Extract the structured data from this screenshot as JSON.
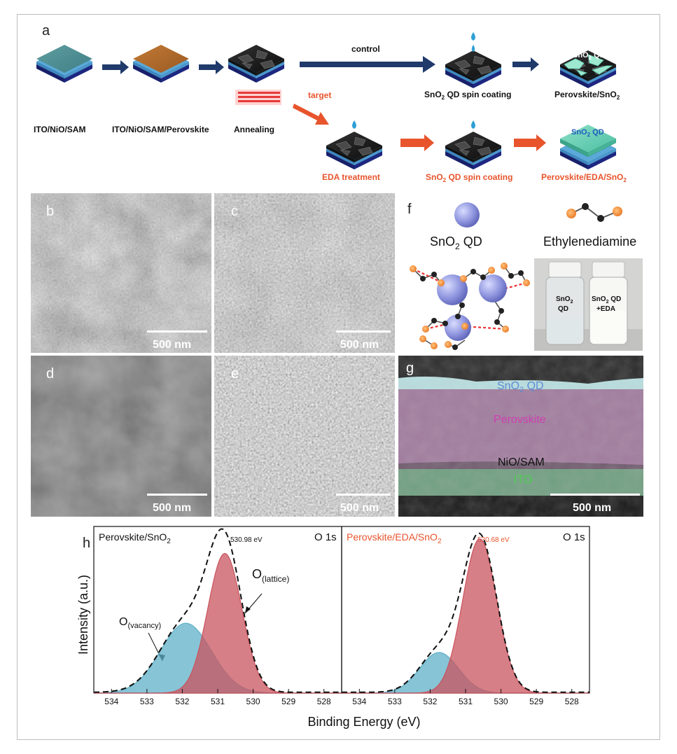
{
  "panel_letters": {
    "a": "a",
    "b": "b",
    "c": "c",
    "d": "d",
    "e": "e",
    "f": "f",
    "g": "g",
    "h": "h"
  },
  "panel_a": {
    "labels": {
      "ito_nio_sam": "ITO/NiO/SAM",
      "ito_nio_sam_perovskite": "ITO/NiO/SAM/Perovskite",
      "annealing": "Annealing",
      "control": "control",
      "target": "target",
      "spin_coating_top_pre": "SnO",
      "spin_coating_top_sub": "2",
      "spin_coating_top_post": " QD spin coating",
      "perovskite_sno2_pre": "Perovskite/SnO",
      "perovskite_sno2_sub": "2",
      "eda_treatment": "EDA treatment",
      "spin_coating_bottom_pre": "SnO",
      "spin_coating_bottom_sub": "2",
      "spin_coating_bottom_post": " QD spin coating",
      "perovskite_eda_sno2_pre": "Perovskite/EDA/SnO",
      "perovskite_eda_sno2_sub": "2",
      "qd_tag_top_pre": "SnO",
      "qd_tag_top_sub": "2",
      "qd_tag_top_post": " QD",
      "qd_tag_bottom_pre": "SnO",
      "qd_tag_bottom_sub": "2",
      "qd_tag_bottom_post": " QD"
    },
    "colors": {
      "arrow_navy": "#1f3a6b",
      "arrow_orange": "#e8542c",
      "heater": "#e53a3a"
    }
  },
  "sem": {
    "scale_b": "500 nm",
    "scale_c": "500 nm",
    "scale_d": "500 nm",
    "scale_e": "500 nm"
  },
  "panel_f": {
    "qd_pre": "SnO",
    "qd_sub": "2",
    "qd_post": " QD",
    "ligand": "Ethylenediamine",
    "vial1_l1_pre": "SnO",
    "vial1_l1_sub": "2",
    "vial1_l2": "QD",
    "vial2_l1_pre": "SnO",
    "vial2_l1_sub": "2",
    "vial2_l1_post": " QD",
    "vial2_l2": "+EDA"
  },
  "panel_g": {
    "layer_qd_pre": "SnO",
    "layer_qd_sub": "2",
    "layer_qd_post": " QD",
    "layer_perovskite": "Perovskite",
    "layer_nio": "NiO/SAM",
    "layer_ito": "ITO",
    "scale": "500 nm"
  },
  "chart_data": {
    "type": "area",
    "ylabel": "Intensity (a.u.)",
    "xlabel": "Binding Energy (eV)",
    "panels": [
      {
        "title_pre": "Perovskite/SnO",
        "title_sub": "2",
        "core_level": "O 1s",
        "peak_label": "530.98 eV",
        "vacancy_pre": "O",
        "vacancy_sub": "(vacancy)",
        "lattice_pre": "O",
        "lattice_sub": "(lattice)",
        "xlim": [
          534.5,
          527.5
        ],
        "ticks": [
          534,
          533,
          532,
          531,
          530,
          529,
          528
        ],
        "envelope_peak": 530.98,
        "components": [
          {
            "center": 531.9,
            "height": 0.43,
            "sigma": 0.72
          },
          {
            "center": 530.8,
            "height": 0.86,
            "sigma": 0.48
          }
        ]
      },
      {
        "title_pre": "Perovskite/EDA/SnO",
        "title_sub": "2",
        "core_level": "O 1s",
        "peak_label": "530.68 eV",
        "xlim": [
          534.5,
          527.5
        ],
        "ticks": [
          534,
          533,
          532,
          531,
          530,
          529,
          528
        ],
        "envelope_peak": 530.68,
        "components": [
          {
            "center": 531.75,
            "height": 0.25,
            "sigma": 0.55
          },
          {
            "center": 530.6,
            "height": 0.95,
            "sigma": 0.48
          }
        ]
      }
    ],
    "colors": {
      "vacancy": "#5fb0c8",
      "lattice": "#c9545e",
      "envelope": "#111111"
    }
  }
}
